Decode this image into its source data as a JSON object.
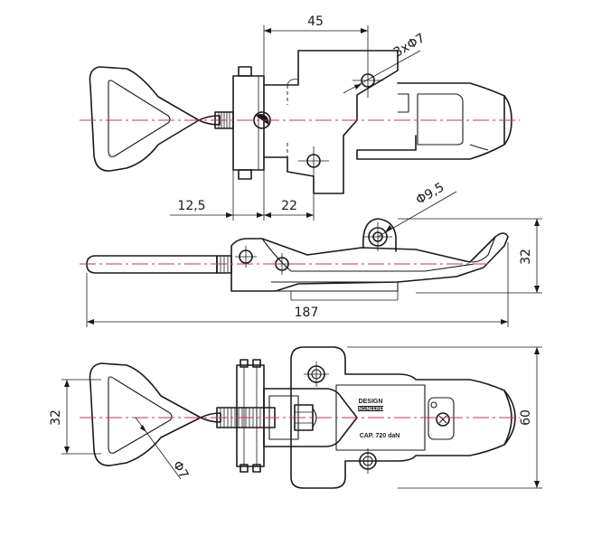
{
  "dimensions": {
    "top_width": "45",
    "holes": "3xΦ7",
    "offset_left": "12,5",
    "offset_right": "22",
    "pivot_hole": "Φ9,5",
    "side_height": "32",
    "overall_length": "187",
    "handle_width": "32",
    "base_height": "60",
    "handle_rod": "Φ7"
  },
  "plate": {
    "brand_line1": "DESIGN",
    "brand_line2": "ENGINEERED",
    "capacity": "CAP. 720 daN"
  },
  "colors": {
    "outline": "#1a1a1a",
    "centerline": "#c7364f"
  }
}
